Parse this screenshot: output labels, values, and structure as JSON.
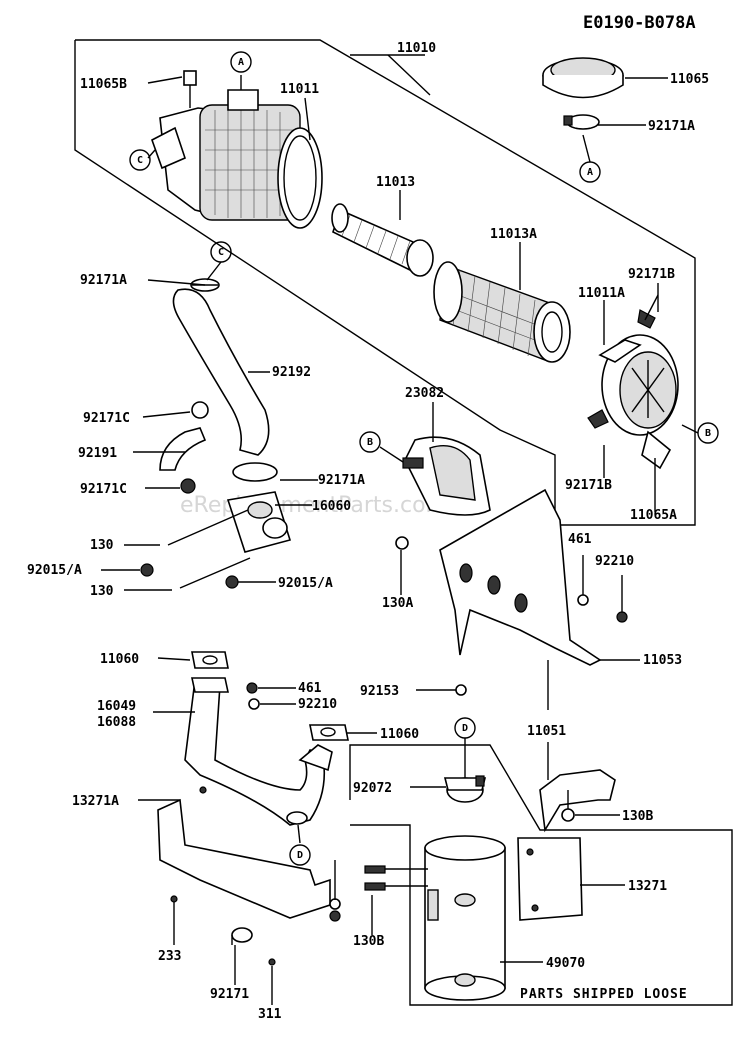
{
  "diagram_code": "E0190-B078A",
  "footer_note": "PARTS SHIPPED LOOSE",
  "watermark": "eReplacementParts.com",
  "callouts": {
    "a_top": "A",
    "a_right": "A",
    "b_right": "B",
    "b_mid": "B",
    "c_left": "C",
    "c_hose": "C",
    "d_mid": "D",
    "d_low": "D"
  },
  "labels": {
    "p11010": "11010",
    "p11065b": "11065B",
    "p11011": "11011",
    "p11065": "11065",
    "p92171a_cap": "92171A",
    "p11013": "11013",
    "p11013a": "11013A",
    "p92171b_top": "92171B",
    "p11011a": "11011A",
    "p92171a_hose": "92171A",
    "p92192": "92192",
    "p23082": "23082",
    "p92171c_top": "92171C",
    "p92191": "92191",
    "p92171a_mid": "92171A",
    "p92171c_bot": "92171C",
    "p16060": "16060",
    "p92171b_bot": "92171B",
    "p11065a": "11065A",
    "p130_top": "130",
    "p92015a_left": "92015/A",
    "p130_bot": "130",
    "p92015a_right": "92015/A",
    "p130a": "130A",
    "p461_right": "461",
    "p92210_right": "92210",
    "p11060_top": "11060",
    "p11053": "11053",
    "p461_mid": "461",
    "p16049": "16049",
    "p16088": "16088",
    "p92210_mid": "92210",
    "p92153": "92153",
    "p11060_mid": "11060",
    "p11051": "11051",
    "p13271a": "13271A",
    "p92072": "92072",
    "p130b_right": "130B",
    "p13271": "13271",
    "p130b_left": "130B",
    "p233": "233",
    "p49070": "49070",
    "p92171": "92171",
    "p311": "311"
  }
}
